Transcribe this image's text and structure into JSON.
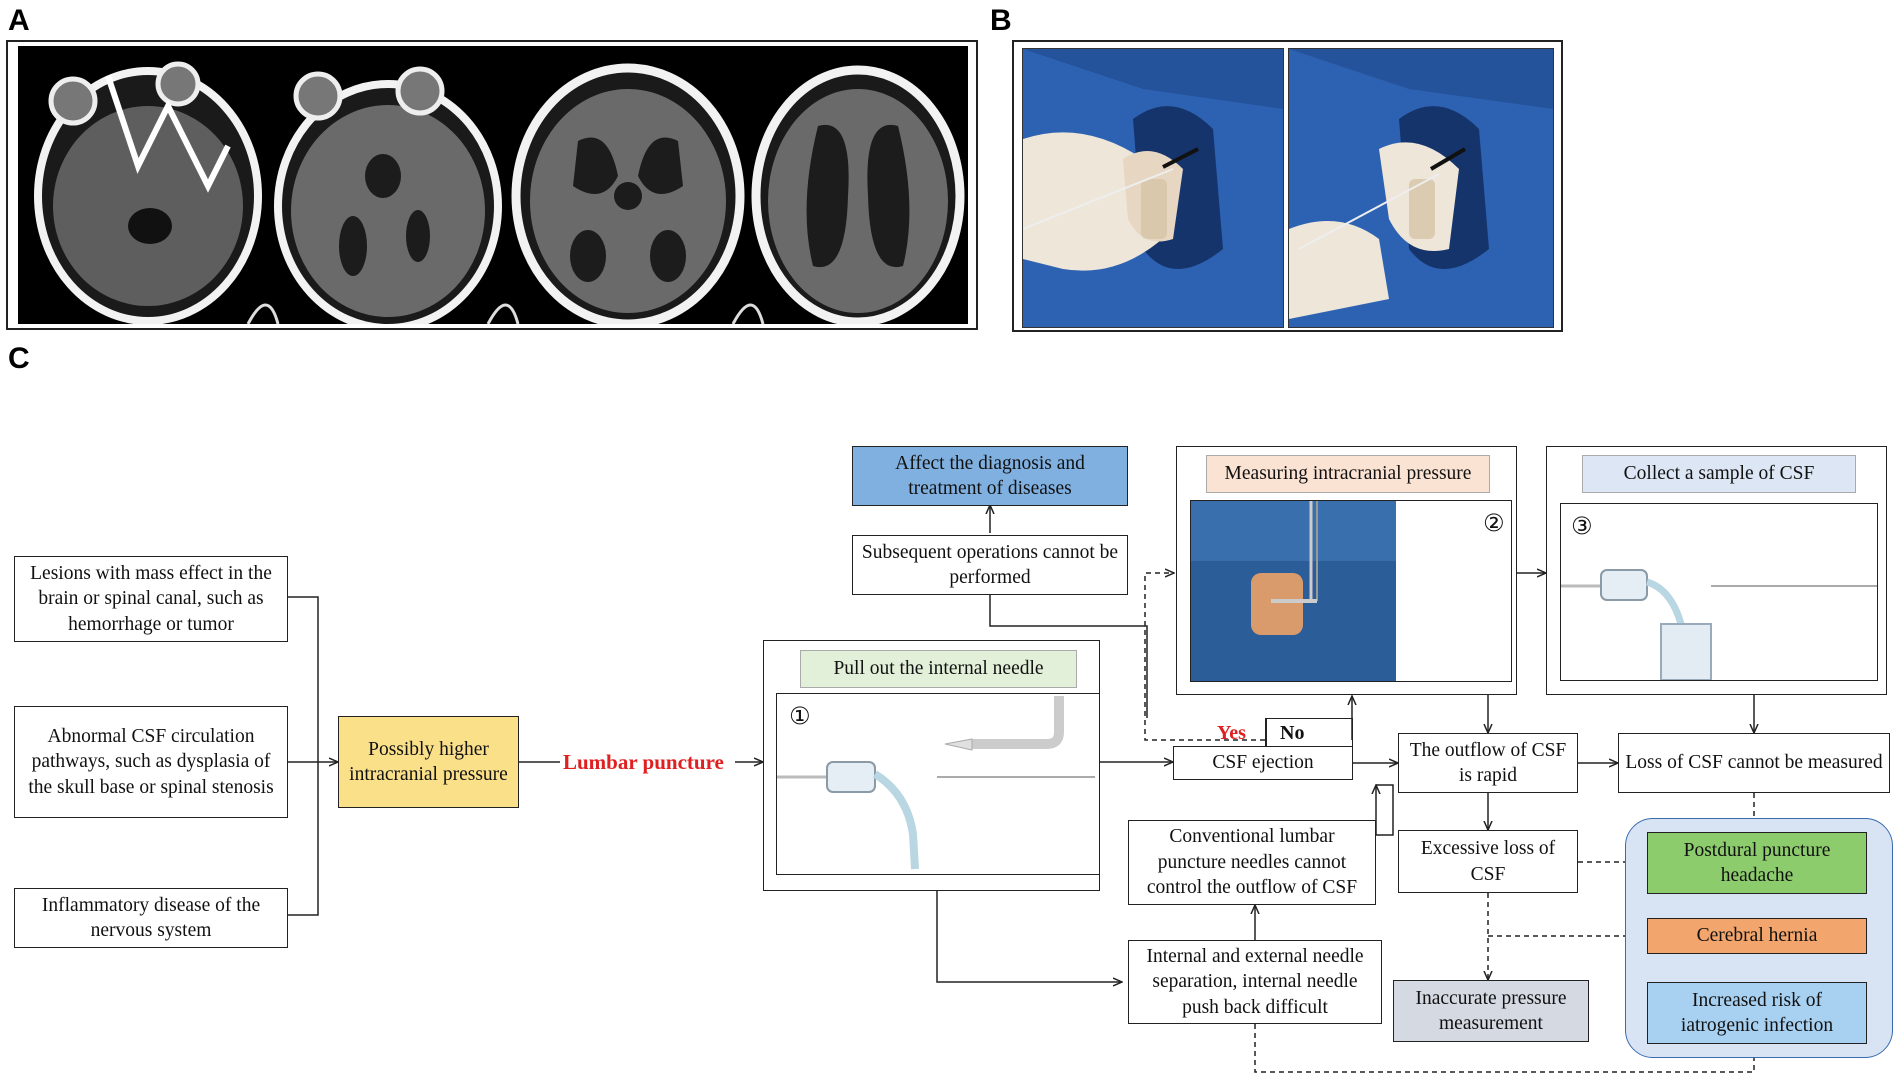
{
  "panels": {
    "a": "A",
    "b": "B",
    "c": "C"
  },
  "steps": {
    "one": "①",
    "two": "②",
    "three": "③"
  },
  "causes": [
    "Lesions with mass effect in the brain or spinal canal, such as hemorrhage or tumor",
    "Abnormal CSF circulation pathways, such as dysplasia of the skull base or spinal stenosis",
    "Inflammatory disease of the nervous system"
  ],
  "nodes": {
    "higher_icp": "Possibly higher intracranial pressure",
    "lumbar": "Lumbar puncture",
    "pull_needle": "Pull out the internal needle",
    "affect_diag": "Affect the diagnosis and treatment of diseases",
    "subsequent": "Subsequent operations cannot be performed",
    "measure_icp": "Measuring intracranial pressure",
    "collect_csf": "Collect a sample of CSF",
    "csf_ejection": "CSF ejection",
    "yes": "Yes",
    "no": "No",
    "outflow_rapid": "The outflow of CSF is rapid",
    "loss_unmeasured": "Loss of CSF cannot be measured",
    "excessive_loss": "Excessive loss of CSF",
    "conventional": "Conventional lumbar puncture needles cannot control the outflow of CSF",
    "separation": "Internal and external needle separation, internal needle push back difficult",
    "inaccurate": "Inaccurate pressure measurement",
    "headache": "Postdural puncture headache",
    "hernia": "Cerebral hernia",
    "infection": "Increased risk of iatrogenic infection"
  },
  "colors": {
    "affect_diag": "#7fb0e0",
    "measure_icp": "#fbe3d3",
    "collect_csf": "#dce6f4",
    "pull_needle": "#e3f0d9",
    "higher_icp": "#fbe08a",
    "inaccurate": "#d4d9e2",
    "headache": "#8dcc6c",
    "hernia": "#f2a56c",
    "infection": "#a8d0f0",
    "outcomes_panel": "#d8e4f4",
    "alert": "#e02020",
    "drape": "#2d62b3"
  },
  "icons": {
    "ct_scans": "ct-brain-slice-icon",
    "photos": "puncture-photo-icon",
    "needle_illustration": "lumbar-needle-icon"
  }
}
